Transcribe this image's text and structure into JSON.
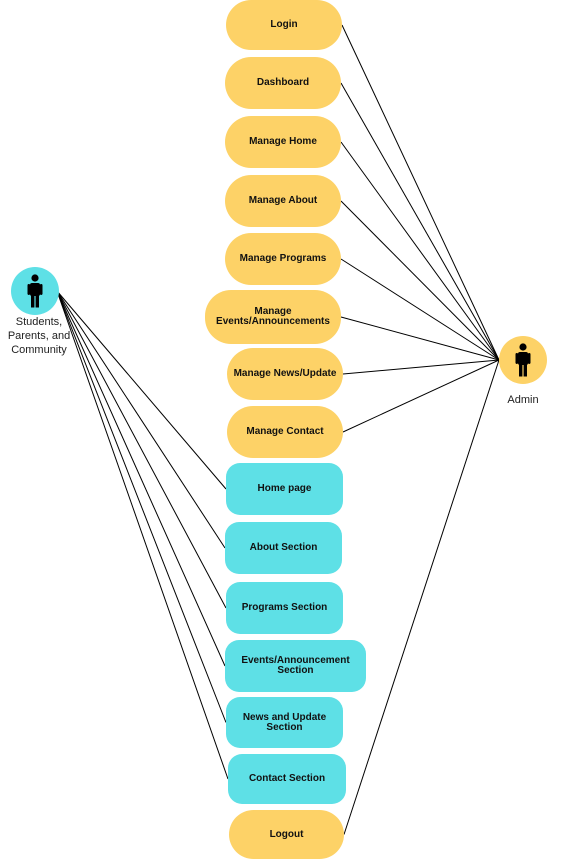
{
  "colors": {
    "admin_usecase": "#fdd267",
    "public_usecase": "#5ee0e6",
    "line": "#000000",
    "figure": "#000000"
  },
  "actors": {
    "public": {
      "label": "Students,\nParents, and\nCommunity",
      "icon": "person-icon",
      "color": "#5ee0e6"
    },
    "admin": {
      "label": "Admin",
      "icon": "person-icon",
      "color": "#fdd267"
    }
  },
  "admin_usecases": [
    {
      "id": "login",
      "label": "Login"
    },
    {
      "id": "dashboard",
      "label": "Dashboard"
    },
    {
      "id": "manage-home",
      "label": "Manage Home"
    },
    {
      "id": "manage-about",
      "label": "Manage About"
    },
    {
      "id": "manage-programs",
      "label": "Manage Programs"
    },
    {
      "id": "manage-events",
      "label": "Manage\nEvents/Announcements"
    },
    {
      "id": "manage-news",
      "label": "Manage News/Update"
    },
    {
      "id": "manage-contact",
      "label": "Manage Contact"
    }
  ],
  "public_usecases": [
    {
      "id": "home-page",
      "label": "Home page"
    },
    {
      "id": "about-section",
      "label": "About Section"
    },
    {
      "id": "programs-section",
      "label": "Programs Section"
    },
    {
      "id": "events-section",
      "label": "Events/Announcement\nSection"
    },
    {
      "id": "news-section",
      "label": "News and Update\nSection"
    },
    {
      "id": "contact-section",
      "label": "Contact Section"
    }
  ],
  "logout": {
    "id": "logout",
    "label": "Logout"
  }
}
